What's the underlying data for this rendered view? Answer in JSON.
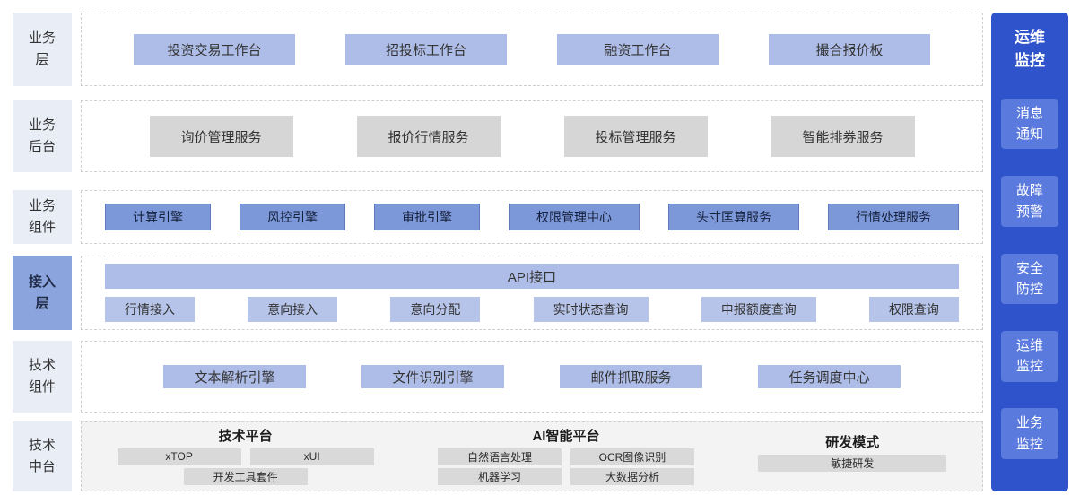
{
  "layers": {
    "business": {
      "label": "业务层",
      "items": [
        "投资交易工作台",
        "招投标工作台",
        "融资工作台",
        "撮合报价板"
      ]
    },
    "backend": {
      "label": "业务后台",
      "items": [
        "询价管理服务",
        "报价行情服务",
        "投标管理服务",
        "智能排券服务"
      ]
    },
    "components": {
      "label": "业务组件",
      "items": [
        "计算引擎",
        "风控引擎",
        "审批引擎",
        "权限管理中心",
        "头寸匡算服务",
        "行情处理服务"
      ]
    },
    "access": {
      "label": "接入层",
      "api_bar": "API接口",
      "items": [
        "行情接入",
        "意向接入",
        "意向分配",
        "实时状态查询",
        "申报额度查询",
        "权限查询"
      ]
    },
    "tech_components": {
      "label": "技术组件",
      "items": [
        "文本解析引擎",
        "文件识别引擎",
        "邮件抓取服务",
        "任务调度中心"
      ]
    },
    "tech_platform": {
      "label": "技术中台",
      "groups": {
        "platform": {
          "title": "技术平台",
          "row1": [
            "xTOP",
            "xUI"
          ],
          "row2": [
            "开发工具套件"
          ]
        },
        "ai": {
          "title": "AI智能平台",
          "row1": [
            "自然语言处理",
            "OCR图像识别"
          ],
          "row2": [
            "机器学习",
            "大数据分析"
          ]
        },
        "dev": {
          "title": "研发模式",
          "row1": [
            "敏捷研发"
          ]
        }
      }
    }
  },
  "sidebar": {
    "title": "运维监控",
    "items": [
      "消息通知",
      "故障预警",
      "安全防控",
      "运维监控",
      "业务监控"
    ]
  },
  "colors": {
    "sidebar_bg": "#2F53CA",
    "sidebar_item_bg": "#5B7ADE",
    "label_bg": "#E9EDF6",
    "access_label_bg": "#8CA4DE",
    "chip_blue": "#AEBDE7",
    "chip_blue_lt": "#B7C4EA",
    "chip_mid": "#7D98D8",
    "chip_gray": "#D6D6D6",
    "chip_gray2": "#D9D9D9"
  }
}
